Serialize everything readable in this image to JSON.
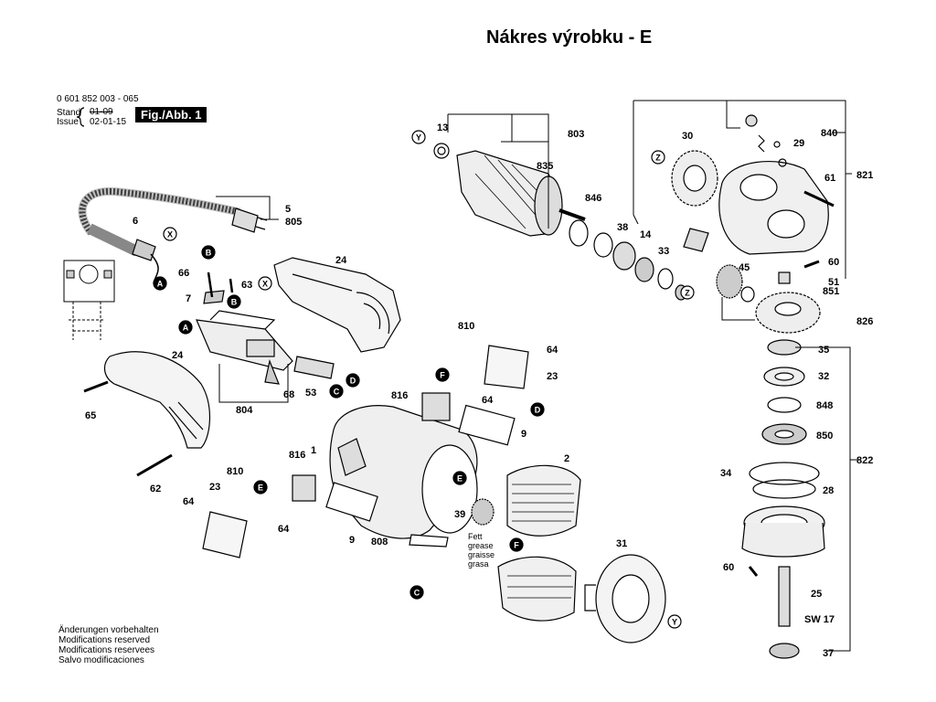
{
  "header": {
    "title": "Nákres výrobku - E",
    "part_number": "0 601 852 003 - 065",
    "stand_label": "Stand",
    "stand_value": "01-09",
    "issue_label": "Issue",
    "issue_value": "02-01-15",
    "fig_label": "Fig./Abb. 1"
  },
  "notes": [
    "Änderungen vorbehalten",
    "Modifications reserved",
    "Modifications reservees",
    "Salvo modificaciones"
  ],
  "grease_note": [
    "Fett",
    "grease",
    "graisse",
    "grasa"
  ],
  "connectors": [
    "A",
    "B",
    "C",
    "D",
    "E",
    "F",
    "X",
    "Y",
    "Z"
  ],
  "part_labels": {
    "p5": "5",
    "p805": "805",
    "p6": "6",
    "p24a": "24",
    "p24b": "24",
    "p66": "66",
    "p63": "63",
    "p7": "7",
    "p65": "65",
    "p62": "62",
    "p68": "68",
    "p53": "53",
    "p804": "804",
    "p810a": "810",
    "p64a": "64",
    "p23a": "23",
    "p816a": "816",
    "p64b": "64",
    "p9a": "9",
    "p1": "1",
    "p2": "2",
    "p816b": "816",
    "p810b": "810",
    "p23b": "23",
    "p64c": "64",
    "p64d": "64",
    "p9b": "9",
    "p808": "808",
    "p39": "39",
    "p31": "31",
    "p13": "13",
    "p803": "803",
    "p835": "835",
    "p846": "846",
    "p38": "38",
    "p14": "14",
    "p33": "33",
    "p30": "30",
    "p840": "840",
    "p29": "29",
    "p821": "821",
    "p61": "61",
    "p60a": "60",
    "p51": "51",
    "p851": "851",
    "p45": "45",
    "p826": "826",
    "p35": "35",
    "p32": "32",
    "p848": "848",
    "p850": "850",
    "p822": "822",
    "p34": "34",
    "p28": "28",
    "p60b": "60",
    "p25": "25",
    "psw17": "SW 17",
    "p37": "37"
  }
}
